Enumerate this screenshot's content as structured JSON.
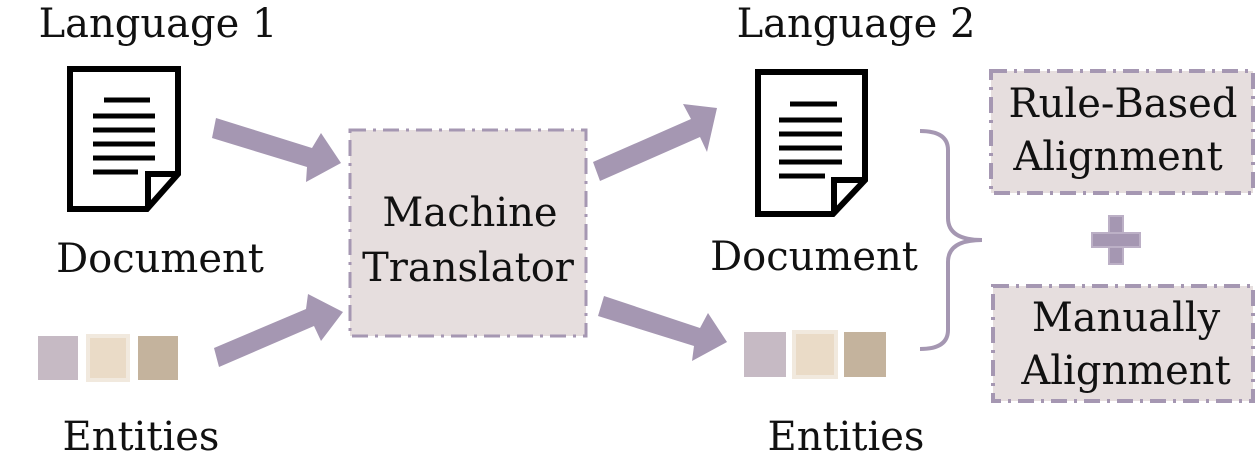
{
  "source": {
    "language_label": "Language 1",
    "document_label": "Document",
    "entities_label": "Entities"
  },
  "target": {
    "language_label": "Language 2",
    "document_label": "Document",
    "entities_label": "Entities"
  },
  "translator": {
    "line1": "Machine",
    "line2": "Translator"
  },
  "alignment": {
    "rule_based": {
      "line1": "Rule-Based",
      "line2": "Alignment"
    },
    "manual": {
      "line1": "Manually",
      "line2": "Alignment"
    },
    "combine_symbol": "+"
  },
  "colors": {
    "arrow": "#a597b2",
    "box_fill": "#e6dede",
    "box_border": "#a597b2",
    "entity_1": "#c6bac4",
    "entity_2": "#eadbc7",
    "entity_2_border": "#f1e9de",
    "entity_3": "#c4b39d"
  }
}
